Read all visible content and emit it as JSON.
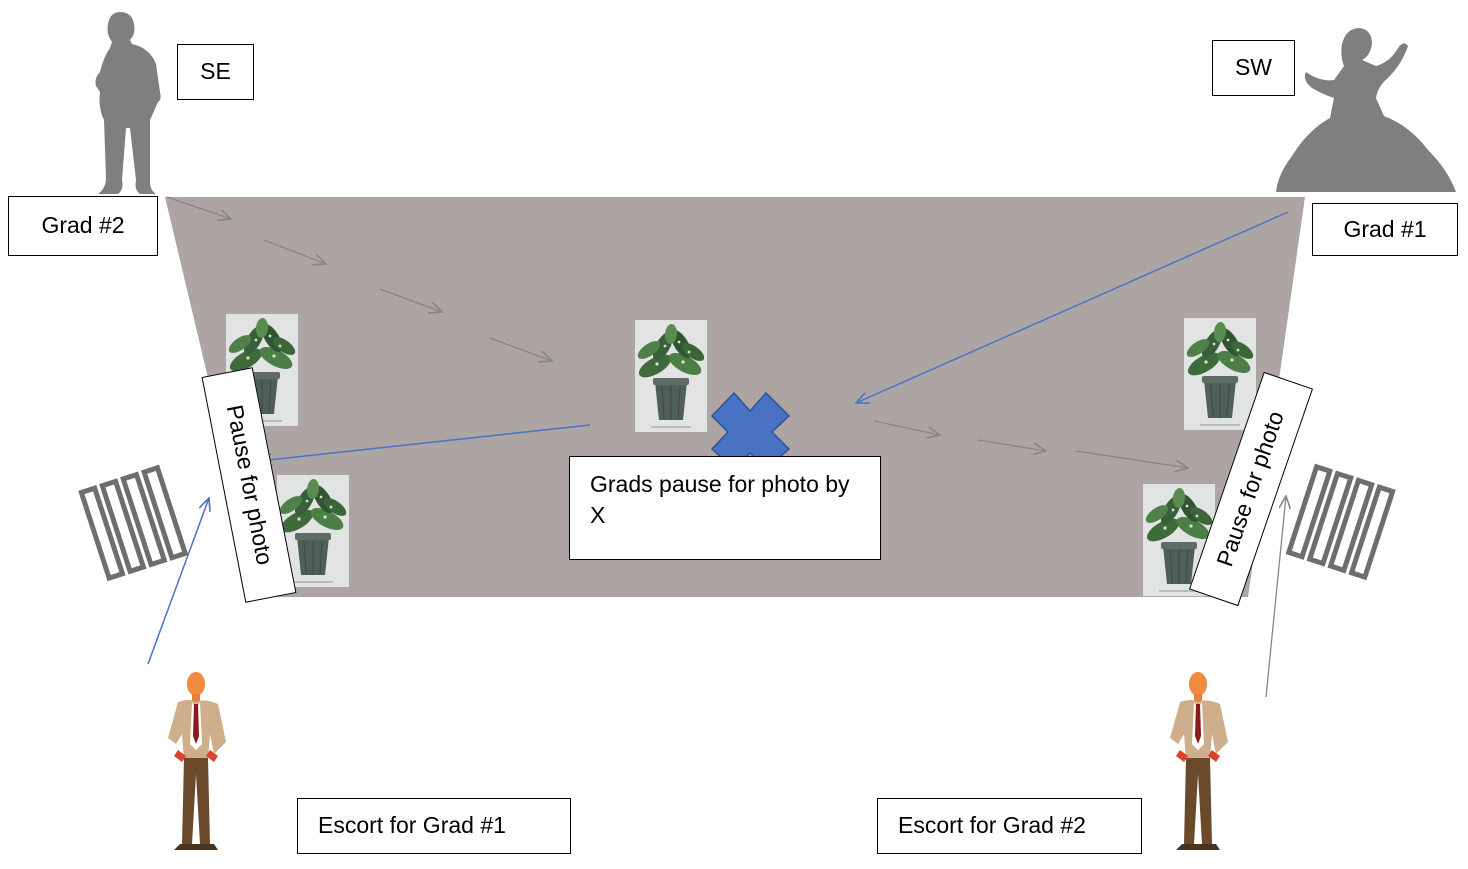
{
  "colors": {
    "floor": "#ada5a4",
    "arrow_gray": "#8a8585",
    "arrow_blue": "#4a72c4",
    "x_mark": "#4a72c4",
    "x_mark_border": "#2f528f",
    "silhouette": "#7f7f7f",
    "ladder": "#6e6e6e"
  },
  "labels": {
    "se": "SE",
    "sw": "SW",
    "grad2": "Grad #2",
    "grad1": "Grad #1",
    "pause_left": "Pause for photo",
    "pause_right": "Pause for photo",
    "grads_pause": "Grads pause for photo by X",
    "escort1": "Escort for Grad #1",
    "escort2": "Escort for Grad #2"
  },
  "icons": {
    "man_silhouette": "standing-man-silhouette-icon",
    "woman_silhouette": "woman-in-gown-silhouette-icon",
    "escort": "businessman-escort-icon",
    "plant": "potted-plant-icon",
    "steps": "steps-icon",
    "x_mark": "x-mark-icon"
  }
}
